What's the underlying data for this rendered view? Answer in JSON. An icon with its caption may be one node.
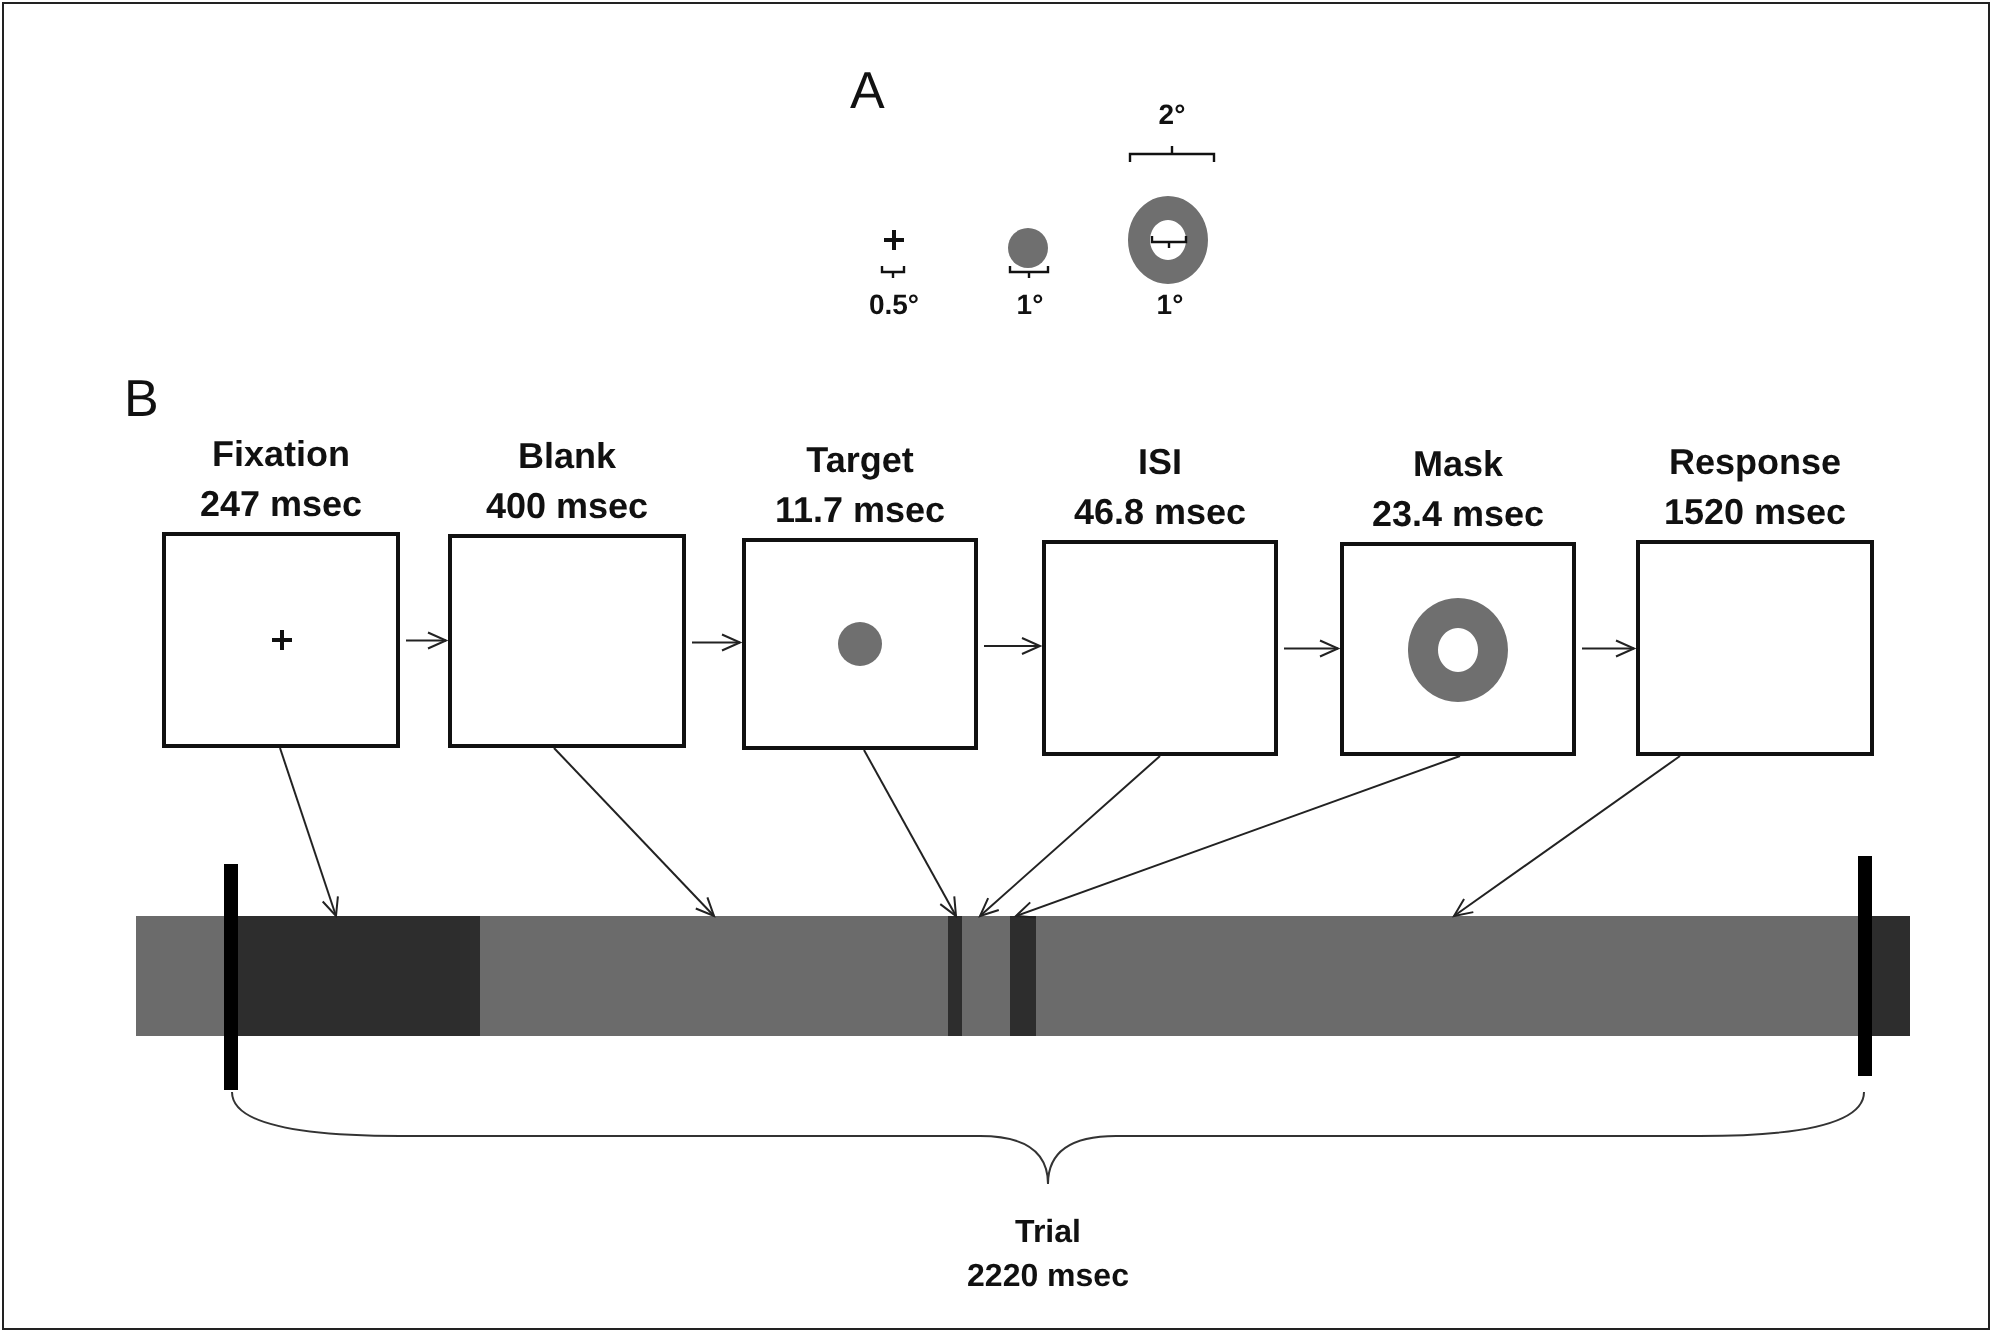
{
  "diagram": {
    "nodes": [
      {
        "text": [
          "Fixation",
          "247 msec"
        ]
      },
      {
        "text": [
          "Blank",
          "400 msec"
        ]
      },
      {
        "text": [
          "Target",
          "11.7 msec"
        ]
      },
      {
        "text": [
          "ISI",
          "46.8 msec"
        ]
      },
      {
        "text": [
          "Mask",
          "23.4 msec"
        ]
      },
      {
        "text": [
          "Response",
          "1520 msec"
        ]
      },
      {
        "text": [],
        "shape": "bar"
      },
      {
        "text": [],
        "shape": "bar"
      },
      {
        "text": [],
        "shape": "bar"
      },
      {
        "text": [],
        "shape": "bar"
      },
      {
        "text": [],
        "shape": "bar"
      },
      {
        "text": [],
        "shape": "bar"
      }
    ],
    "edges": [
      {
        "from": 0,
        "to": 1,
        "arrow": "to"
      },
      {
        "from": 1,
        "to": 2,
        "arrow": "to"
      },
      {
        "from": 2,
        "to": 3,
        "arrow": "to"
      },
      {
        "from": 3,
        "to": 4,
        "arrow": "to"
      },
      {
        "from": 4,
        "to": 5,
        "arrow": "to"
      },
      {
        "from": 0,
        "to": 6,
        "arrow": "to"
      },
      {
        "from": 1,
        "to": 7,
        "arrow": "to"
      },
      {
        "from": 2,
        "to": 8,
        "arrow": "to"
      },
      {
        "from": 3,
        "to": 9,
        "arrow": "to"
      },
      {
        "from": 4,
        "to": 10,
        "arrow": "to"
      },
      {
        "from": 5,
        "to": 11,
        "arrow": "to"
      }
    ],
    "labels": [
      "A",
      "2°",
      "0.5°",
      "1°",
      "1°",
      "B",
      "Trial",
      "2220 msec"
    ]
  }
}
